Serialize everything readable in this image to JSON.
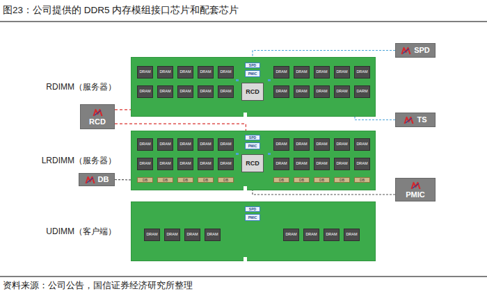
{
  "diagram": {
    "title": "图23：公司提供的 DDR5 内存模组接口芯片和配套芯片",
    "caption": "资料来源：公司公告，国信证券经济研究所整理",
    "nodes": [
      {
        "text": [
          "RDIMM（服务器）"
        ]
      },
      {
        "text": [
          "SPD"
        ],
        "in": 0
      },
      {
        "text": [
          "PMIC"
        ],
        "in": 0
      },
      {
        "text": [
          "RCD"
        ],
        "in": 0
      },
      {
        "text": [
          "DRAM"
        ],
        "in": 0
      },
      {
        "text": [
          "DRAM"
        ],
        "in": 0
      },
      {
        "text": [
          "DRAM"
        ],
        "in": 0
      },
      {
        "text": [
          "DRAM"
        ],
        "in": 0
      },
      {
        "text": [
          "DRAM"
        ],
        "in": 0
      },
      {
        "text": [
          "DRAM"
        ],
        "in": 0
      },
      {
        "text": [
          "DRAM"
        ],
        "in": 0
      },
      {
        "text": [
          "DRAM"
        ],
        "in": 0
      },
      {
        "text": [
          "DRAM"
        ],
        "in": 0
      },
      {
        "text": [
          "DRAM"
        ],
        "in": 0
      },
      {
        "text": [
          "DRAM"
        ],
        "in": 0
      },
      {
        "text": [
          "DRAM"
        ],
        "in": 0
      },
      {
        "text": [
          "DRAM"
        ],
        "in": 0
      },
      {
        "text": [
          "DRAM"
        ],
        "in": 0
      },
      {
        "text": [
          "DRAM"
        ],
        "in": 0
      },
      {
        "text": [
          "DRAM"
        ],
        "in": 0
      },
      {
        "text": [
          "DRAM"
        ],
        "in": 0
      },
      {
        "text": [
          "DRAM"
        ],
        "in": 0
      },
      {
        "text": [
          "DRAM"
        ],
        "in": 0
      },
      {
        "text": [
          "DARM"
        ],
        "in": 0
      },
      {
        "text": [
          "LRDIMM（服务器）"
        ]
      },
      {
        "text": [
          "SPD"
        ],
        "in": 24
      },
      {
        "text": [
          "PMIC"
        ],
        "in": 24
      },
      {
        "text": [
          "RCD"
        ],
        "in": 24
      },
      {
        "text": [
          "DRAM"
        ],
        "in": 24
      },
      {
        "text": [
          "DRAM"
        ],
        "in": 24
      },
      {
        "text": [
          "DRAM"
        ],
        "in": 24
      },
      {
        "text": [
          "DRAM"
        ],
        "in": 24
      },
      {
        "text": [
          "DRAM"
        ],
        "in": 24
      },
      {
        "text": [
          "DRAM"
        ],
        "in": 24
      },
      {
        "text": [
          "DRAM"
        ],
        "in": 24
      },
      {
        "text": [
          "DRAM"
        ],
        "in": 24
      },
      {
        "text": [
          "DRAM"
        ],
        "in": 24
      },
      {
        "text": [
          "DRAM"
        ],
        "in": 24
      },
      {
        "text": [
          "DRAM"
        ],
        "in": 24
      },
      {
        "text": [
          "DRAM"
        ],
        "in": 24
      },
      {
        "text": [
          "DRAM"
        ],
        "in": 24
      },
      {
        "text": [
          "DRAM"
        ],
        "in": 24
      },
      {
        "text": [
          "DRAM"
        ],
        "in": 24
      },
      {
        "text": [
          "DRAM"
        ],
        "in": 24
      },
      {
        "text": [
          "DRAM"
        ],
        "in": 24
      },
      {
        "text": [
          "DRAM"
        ],
        "in": 24
      },
      {
        "text": [
          "DRAM"
        ],
        "in": 24
      },
      {
        "text": [
          "DRAM"
        ],
        "in": 24
      },
      {
        "text": [
          "DB"
        ],
        "in": 24
      },
      {
        "text": [
          "DB"
        ],
        "in": 24
      },
      {
        "text": [
          "DB"
        ],
        "in": 24
      },
      {
        "text": [
          "DB"
        ],
        "in": 24
      },
      {
        "text": [
          "DB"
        ],
        "in": 24
      },
      {
        "text": [
          "DB"
        ],
        "in": 24
      },
      {
        "text": [
          "DB"
        ],
        "in": 24
      },
      {
        "text": [
          "DB"
        ],
        "in": 24
      },
      {
        "text": [
          "DB"
        ],
        "in": 24
      },
      {
        "text": [
          "DB"
        ],
        "in": 24
      },
      {
        "text": [
          "UDIMM（客户端）"
        ]
      },
      {
        "text": [
          "SPD"
        ],
        "in": 58
      },
      {
        "text": [
          "PMIC"
        ],
        "in": 58
      },
      {
        "text": [
          "DRAM"
        ],
        "in": 58
      },
      {
        "text": [
          "DRAM"
        ],
        "in": 58
      },
      {
        "text": [
          "DRAM"
        ],
        "in": 58
      },
      {
        "text": [
          "DRAM"
        ],
        "in": 58
      },
      {
        "text": [
          "DRAM"
        ],
        "in": 58
      },
      {
        "text": [
          "DRAM"
        ],
        "in": 58
      },
      {
        "text": [
          "DRAM"
        ],
        "in": 58
      },
      {
        "text": [
          "DRAM"
        ],
        "in": 58
      },
      {
        "text": [
          "SPD"
        ]
      },
      {
        "text": [
          "TS"
        ]
      },
      {
        "text": [
          "RCD"
        ]
      },
      {
        "text": [
          "DB"
        ]
      },
      {
        "text": [
          "PMIC"
        ]
      }
    ],
    "edges": [
      {
        "from": 69,
        "to": 1,
        "arrow": "none"
      },
      {
        "from": 70,
        "to": 0,
        "arrow": "none"
      },
      {
        "from": 71,
        "to": 3,
        "arrow": "none"
      },
      {
        "from": 71,
        "to": 27,
        "arrow": "none"
      },
      {
        "from": 72,
        "to": 48,
        "arrow": "none"
      },
      {
        "from": 73,
        "to": 26,
        "arrow": "none"
      }
    ]
  }
}
